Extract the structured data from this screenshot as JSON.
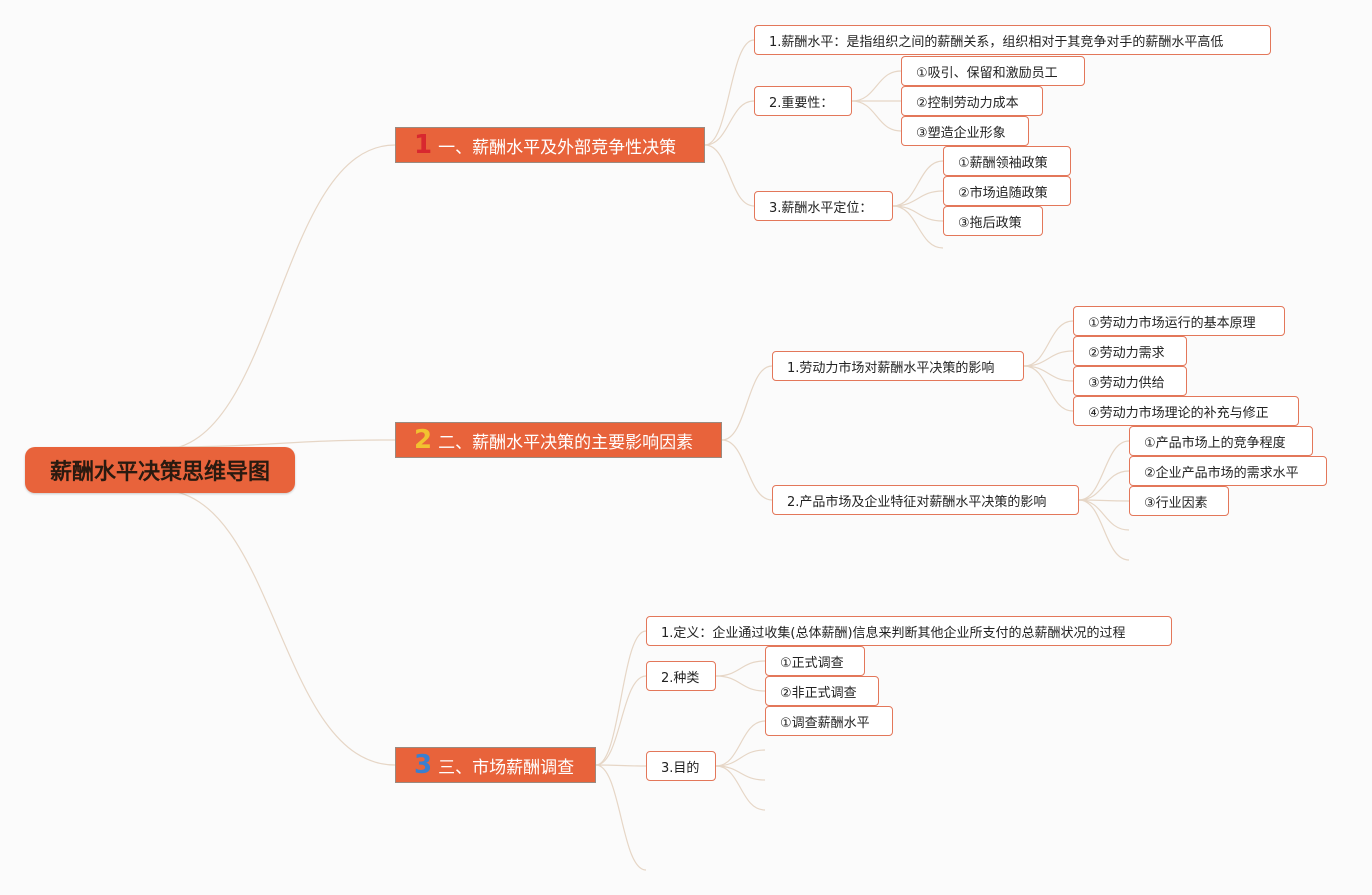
{
  "root": {
    "label": "薪酬水平决策思维导图"
  },
  "branches": [
    {
      "num": "1",
      "num_color": "#d8282f",
      "label": "一、薪酬水平及外部竞争性决策",
      "children": [
        {
          "label": "1.薪酬水平：是指组织之间的薪酬关系，组织相对于其竞争对手的薪酬水平高低"
        },
        {
          "label": "2.重要性：",
          "children": [
            "①吸引、保留和激励员工",
            "②控制劳动力成本",
            "③塑造企业形象"
          ]
        },
        {
          "label": "3.薪酬水平定位：",
          "children": [
            "①薪酬领袖政策",
            "②市场追随政策",
            "③拖后政策"
          ]
        }
      ]
    },
    {
      "num": "2",
      "num_color": "#f2c230",
      "label": "二、薪酬水平决策的主要影响因素",
      "children": [
        {
          "label": "1.劳动力市场对薪酬水平决策的影响",
          "children": [
            "①劳动力市场运行的基本原理",
            "②劳动力需求",
            "③劳动力供给",
            "④劳动力市场理论的补充与修正"
          ]
        },
        {
          "label": "2.产品市场及企业特征对薪酬水平决策的影响",
          "children": [
            "①产品市场上的竞争程度",
            "②企业产品市场的需求水平",
            "③行业因素"
          ]
        }
      ]
    },
    {
      "num": "3",
      "num_color": "#3a7fd0",
      "label": "三、市场薪酬调查",
      "children": [
        {
          "label": "1.定义：企业通过收集(总体薪酬)信息来判断其他企业所支付的总薪酬状况的过程"
        },
        {
          "label": "2.种类",
          "children": [
            "①正式调查",
            "②非正式调查"
          ]
        },
        {
          "label": "3.目的",
          "children": [
            "①调查薪酬水平"
          ]
        }
      ]
    }
  ],
  "colors": {
    "accent": "#e8633b",
    "leaf_border": "#e3775a",
    "line": "#e6d6c6"
  }
}
